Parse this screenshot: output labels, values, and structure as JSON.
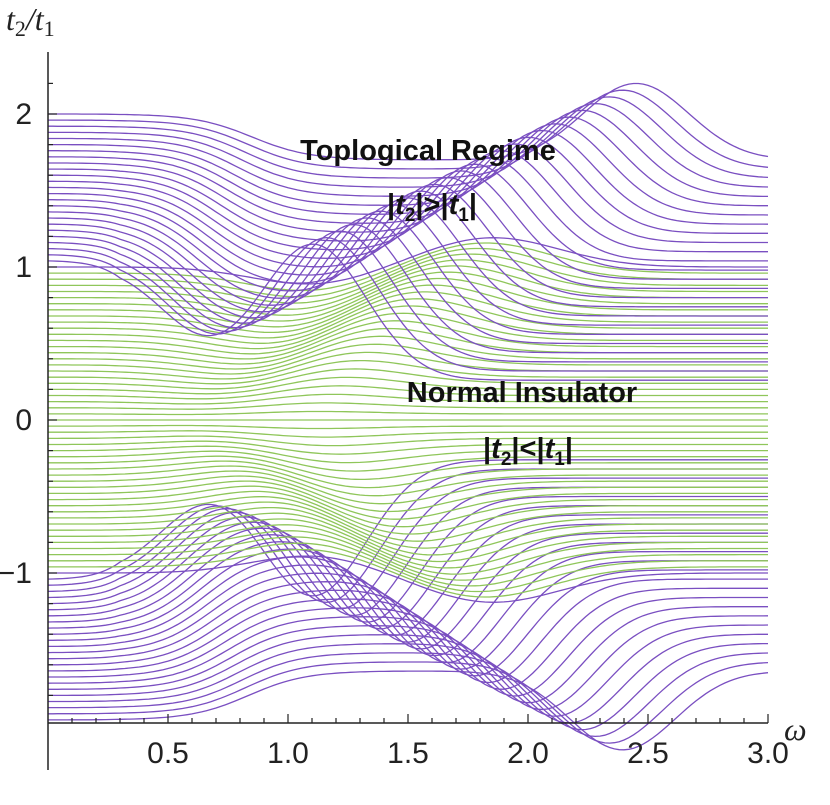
{
  "chart_data": {
    "type": "line",
    "xlabel": "ω",
    "ylabel_main": "t",
    "ylabel_sub1": "2",
    "ylabel_slash": "/",
    "ylabel_sub2": "1",
    "xlim": [
      0,
      3.0
    ],
    "ylim": [
      -2.2,
      2.3
    ],
    "x_ticks": [
      0.5,
      1.0,
      1.5,
      2.0,
      2.5,
      3.0
    ],
    "x_tick_labels": [
      "0.5",
      "1.0",
      "1.5",
      "2.0",
      "2.5",
      "3.0"
    ],
    "y_ticks": [
      -1,
      0,
      1,
      2
    ],
    "y_tick_labels": [
      "−1",
      "0",
      "1",
      "2"
    ],
    "grid": false,
    "colors": {
      "topological": "#7a4fc1",
      "normal": "#8fc65a",
      "axis": "#222222"
    },
    "regions": [
      {
        "name": "topological-upper",
        "from": 1.0,
        "to": 2.0,
        "color": "topological"
      },
      {
        "name": "normal",
        "from": -1.0,
        "to": 1.0,
        "color": "normal"
      },
      {
        "name": "topological-lower",
        "from": -2.0,
        "to": -1.0,
        "color": "topological"
      }
    ],
    "offset_step": 0.04,
    "annotations": {
      "topo_title": "Toplogical Regime",
      "topo_cond": {
        "a": "t",
        "a_sub": "2",
        "op": ">",
        "b": "t",
        "b_sub": "1"
      },
      "normal_title": "Normal Insulator",
      "normal_cond": {
        "a": "t",
        "a_sub": "2",
        "op": "<",
        "b": "t",
        "b_sub": "1"
      }
    }
  }
}
